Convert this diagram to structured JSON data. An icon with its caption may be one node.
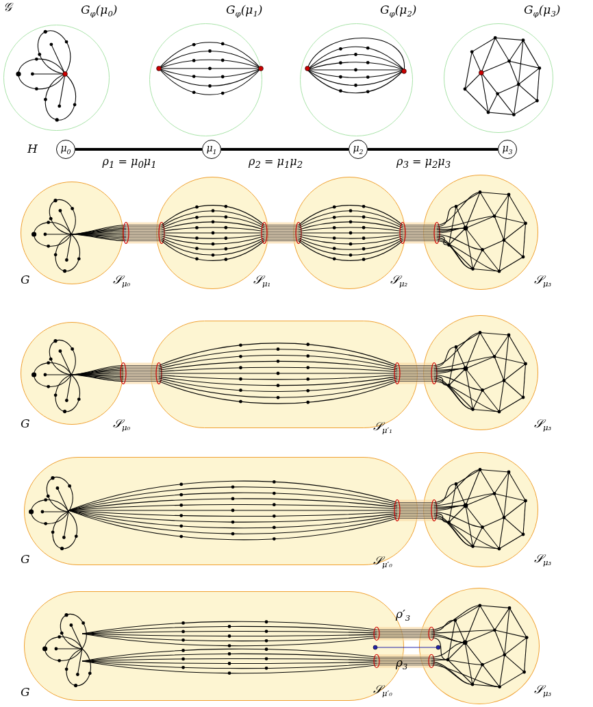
{
  "diagram": {
    "nodes": [
      {
        "text": [
          "G$_{φ}$(μ$_{0}$)"
        ]
      },
      {
        "text": [
          "G$_{φ}$(μ$_{1}$)"
        ]
      },
      {
        "text": [
          "G$_{φ}$(μ$_{2}$)"
        ]
      },
      {
        "text": [
          "G$_{φ}$(μ$_{3}$)"
        ]
      },
      {
        "text": [
          "μ$_{0}$"
        ]
      },
      {
        "text": [
          "μ$_{1}$"
        ]
      },
      {
        "text": [
          "μ$_{2}$"
        ]
      },
      {
        "text": [
          "μ$_{3}$"
        ]
      },
      {
        "text": [
          "𝒮$_{μ₀}$"
        ]
      },
      {
        "text": [
          "𝒮$_{μ₁}$"
        ]
      },
      {
        "text": [
          "𝒮$_{μ₂}$"
        ]
      },
      {
        "text": [
          "𝒮$_{μ₃}$"
        ]
      },
      {
        "text": [
          "𝒮$_{μ₀}$"
        ]
      },
      {
        "text": [
          "𝒮$_{μ′₁}$"
        ]
      },
      {
        "text": [
          "𝒮$_{μ₃}$"
        ]
      },
      {
        "text": [
          "𝒮$_{μ′₀}$"
        ]
      },
      {
        "text": [
          "𝒮$_{μ₃}$"
        ]
      },
      {
        "text": [
          "𝒮$_{μ′₀}$"
        ]
      },
      {
        "text": [
          "𝒮$_{μ₃}$"
        ]
      }
    ],
    "edges": [
      {
        "from": 4,
        "to": 5,
        "arrow": "none",
        "label": "ρ$_{1}$ = μ$_{0}$μ$_{1}$"
      },
      {
        "from": 5,
        "to": 6,
        "arrow": "none",
        "label": "ρ$_{2}$ = μ$_{1}$μ$_{2}$"
      },
      {
        "from": 6,
        "to": 7,
        "arrow": "none",
        "label": "ρ$_{3}$ = μ$_{2}$μ$_{3}$"
      }
    ],
    "labels": [
      "𝒢",
      "H",
      "G",
      "G",
      "G",
      "G",
      "ρ′$_{3}$",
      "ρ$_{3}$"
    ]
  }
}
